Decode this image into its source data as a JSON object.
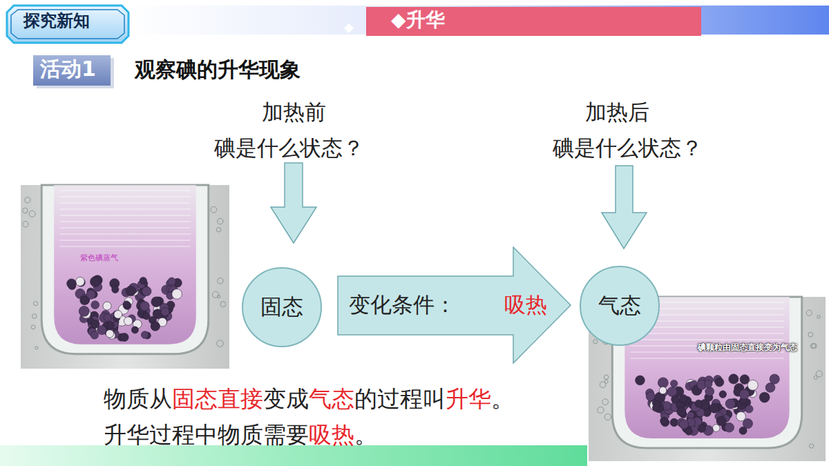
{
  "diagram": {
    "title": "观察碘的升华现象",
    "nodes": [
      {
        "text": [
          "固态"
        ]
      },
      {
        "text": [
          "变化条件：",
          "吸热"
        ]
      },
      {
        "text": [
          "气态"
        ]
      }
    ],
    "labels": [
      "探究新知",
      "◆升华",
      "活动1",
      "加热前",
      "碘是什么状态？",
      "加热后",
      "碘是什么状态？",
      "紫色碘蒸气",
      "碘颗粒由固态直接变为气态",
      "物质从",
      "固态",
      "直接",
      "变成",
      "气态",
      "的过程叫",
      "升华",
      "。",
      "升华过程中物质需要",
      "吸热",
      "。"
    ]
  }
}
